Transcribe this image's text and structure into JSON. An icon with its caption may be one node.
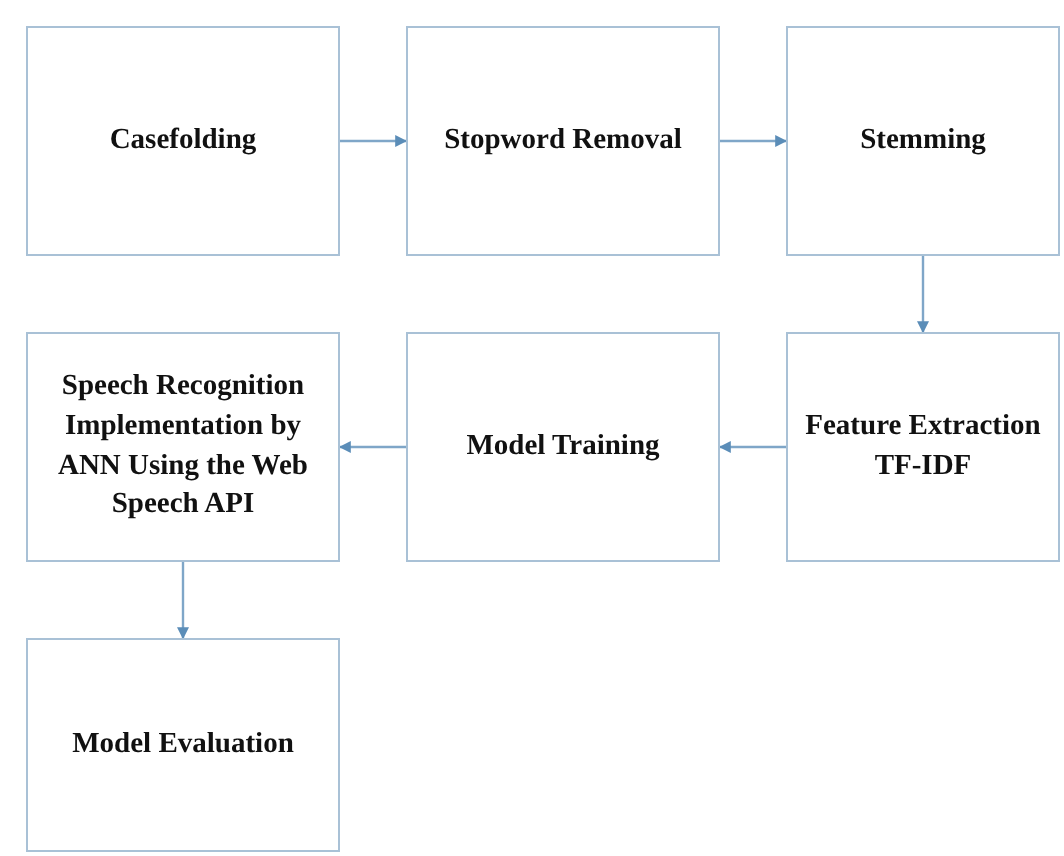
{
  "diagram": {
    "nodes": [
      {
        "text": [
          "Casefolding"
        ]
      },
      {
        "text": [
          "Stopword Removal"
        ]
      },
      {
        "text": [
          "Stemming"
        ]
      },
      {
        "text": [
          "Feature Extraction TF-IDF"
        ]
      },
      {
        "text": [
          "Model Training"
        ]
      },
      {
        "text": [
          "Speech Recognition Implementation by ANN Using the Web Speech API"
        ]
      },
      {
        "text": [
          "Model Evaluation"
        ]
      }
    ],
    "edges": [
      {
        "from": 0,
        "to": 1,
        "arrow": "to"
      },
      {
        "from": 1,
        "to": 2,
        "arrow": "to"
      },
      {
        "from": 2,
        "to": 3,
        "arrow": "to"
      },
      {
        "from": 3,
        "to": 4,
        "arrow": "to"
      },
      {
        "from": 4,
        "to": 5,
        "arrow": "to"
      },
      {
        "from": 5,
        "to": 6,
        "arrow": "to"
      }
    ]
  }
}
